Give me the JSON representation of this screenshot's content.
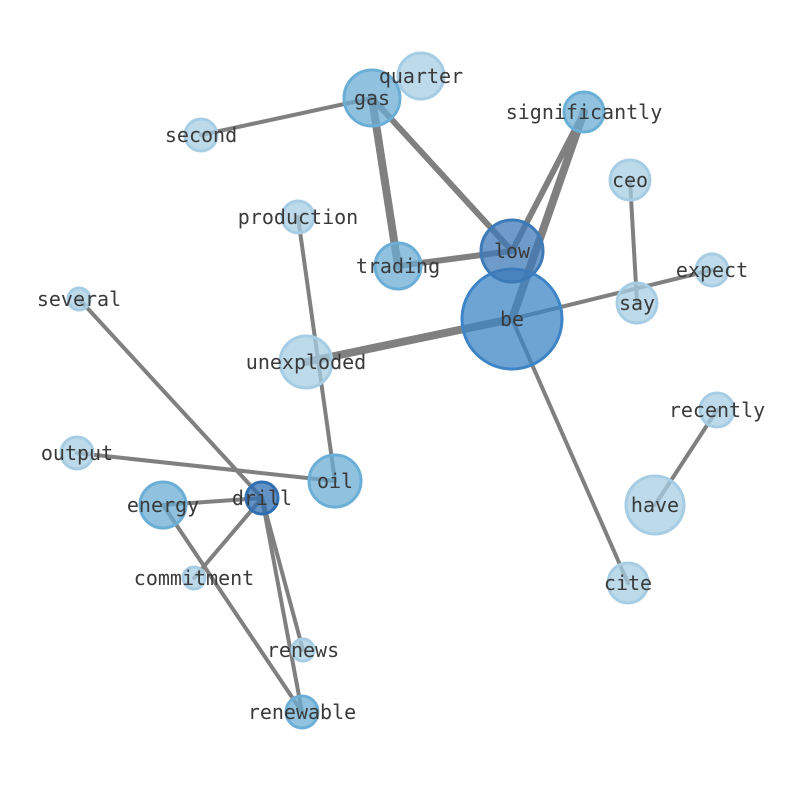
{
  "nodes": [
    {
      "id": "be",
      "label": "be",
      "color": "#3d85c6",
      "size": 5
    },
    {
      "id": "low",
      "label": "low",
      "color": "#3d7ab8",
      "size": 3
    },
    {
      "id": "gas",
      "label": "gas",
      "color": "#6baed6",
      "size": 3
    },
    {
      "id": "quarter",
      "label": "quarter",
      "color": "#a6cde3",
      "size": 2
    },
    {
      "id": "second",
      "label": "second",
      "color": "#a6cde3",
      "size": 1
    },
    {
      "id": "significantly",
      "label": "significantly",
      "color": "#6baed6",
      "size": 2
    },
    {
      "id": "ceo",
      "label": "ceo",
      "color": "#a6cde3",
      "size": 2
    },
    {
      "id": "production",
      "label": "production",
      "color": "#a6cde3",
      "size": 1
    },
    {
      "id": "trading",
      "label": "trading",
      "color": "#6baed6",
      "size": 2
    },
    {
      "id": "expect",
      "label": "expect",
      "color": "#a6cde3",
      "size": 1
    },
    {
      "id": "say",
      "label": "say",
      "color": "#a6cde3",
      "size": 2
    },
    {
      "id": "several",
      "label": "several",
      "color": "#a6cde3",
      "size": 1
    },
    {
      "id": "unexploded",
      "label": "unexploded",
      "color": "#a6cde3",
      "size": 3
    },
    {
      "id": "recently",
      "label": "recently",
      "color": "#a6cde3",
      "size": 1
    },
    {
      "id": "output",
      "label": "output",
      "color": "#a6cde3",
      "size": 1
    },
    {
      "id": "oil",
      "label": "oil",
      "color": "#6baed6",
      "size": 3
    },
    {
      "id": "have",
      "label": "have",
      "color": "#a6cde3",
      "size": 3
    },
    {
      "id": "energy",
      "label": "energy",
      "color": "#6baed6",
      "size": 2
    },
    {
      "id": "drill",
      "label": "drill",
      "color": "#2f6fb2",
      "size": 1
    },
    {
      "id": "commitment",
      "label": "commitment",
      "color": "#a6cde3",
      "size": 1
    },
    {
      "id": "cite",
      "label": "cite",
      "color": "#a6cde3",
      "size": 2
    },
    {
      "id": "renews",
      "label": "renews",
      "color": "#a6cde3",
      "size": 1
    },
    {
      "id": "renewable",
      "label": "renewable",
      "color": "#6baed6",
      "size": 1
    }
  ],
  "edges": [
    {
      "source": "gas",
      "target": "second",
      "weight": 1
    },
    {
      "source": "gas",
      "target": "trading",
      "weight": 3
    },
    {
      "source": "gas",
      "target": "low",
      "weight": 2
    },
    {
      "source": "trading",
      "target": "low",
      "weight": 2
    },
    {
      "source": "low",
      "target": "significantly",
      "weight": 2
    },
    {
      "source": "be",
      "target": "significantly",
      "weight": 3
    },
    {
      "source": "be",
      "target": "unexploded",
      "weight": 3
    },
    {
      "source": "be",
      "target": "expect",
      "weight": 1
    },
    {
      "source": "be",
      "target": "cite",
      "weight": 1
    },
    {
      "source": "ceo",
      "target": "say",
      "weight": 1
    },
    {
      "source": "production",
      "target": "oil",
      "weight": 1
    },
    {
      "source": "several",
      "target": "drill",
      "weight": 1
    },
    {
      "source": "output",
      "target": "oil",
      "weight": 1
    },
    {
      "source": "energy",
      "target": "drill",
      "weight": 1
    },
    {
      "source": "energy",
      "target": "renewable",
      "weight": 1
    },
    {
      "source": "drill",
      "target": "commitment",
      "weight": 1
    },
    {
      "source": "drill",
      "target": "renews",
      "weight": 1
    },
    {
      "source": "drill",
      "target": "renewable",
      "weight": 1
    },
    {
      "source": "recently",
      "target": "have",
      "weight": 1
    }
  ]
}
